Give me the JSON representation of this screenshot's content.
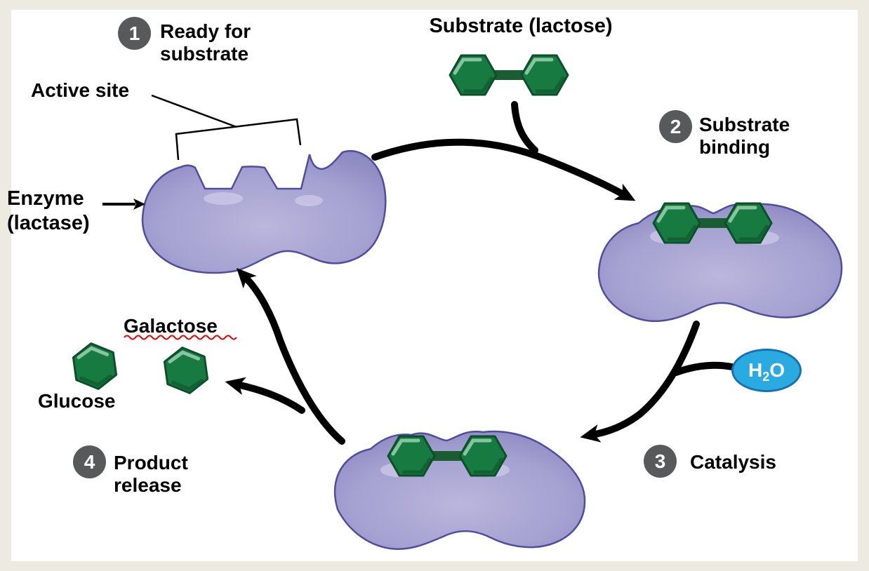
{
  "palette": {
    "background": "#edeae2",
    "canvas": "#ffffff",
    "enzyme_fill_light": "#b7b3da",
    "enzyme_fill": "#a29ed0",
    "enzyme_fill_dark": "#8581bd",
    "enzyme_border": "#514d9e",
    "sugar_fill": "#177b41",
    "sugar_border": "#0b4f2b",
    "sugar_connector": "#1b5c33",
    "sugar_highlight": "#9bd2b3",
    "step_circle": "#58595b",
    "step_number_color": "#ffffff",
    "water_fill": "#29abe2",
    "water_border": "#1a70b0",
    "water_text_color": "#ffffff",
    "arrow_color": "#000000",
    "squiggle_color": "#e60000",
    "text_color": "#000000"
  },
  "steps": [
    {
      "number": "1",
      "label": "Ready for\nsubstrate"
    },
    {
      "number": "2",
      "label": "Substrate\nbinding"
    },
    {
      "number": "3",
      "label": "Catalysis"
    },
    {
      "number": "4",
      "label": "Product\nrelease"
    }
  ],
  "labels": {
    "substrate": "Substrate (lactose)",
    "active_site": "Active site",
    "enzyme": "Enzyme\n(lactase)",
    "galactose": "Galactose",
    "glucose": "Glucose"
  },
  "water": {
    "formula_main": "H",
    "formula_sub": "2",
    "formula_end": "O"
  },
  "shapes": [
    {
      "name": "enzyme-blob",
      "count": 3,
      "color": "#a29ed0",
      "meaning": "lactase enzyme"
    },
    {
      "name": "lactose-disaccharide-icon",
      "count": 3,
      "color": "#177b41",
      "meaning": "two linked hexagons"
    },
    {
      "name": "monosaccharide-hexagon-icon",
      "count": 2,
      "color": "#177b41",
      "meaning": "glucose / galactose"
    },
    {
      "name": "cycle-arrow",
      "count": 4,
      "color": "#000000"
    },
    {
      "name": "active-site-bracket",
      "count": 1,
      "color": "#000000"
    },
    {
      "name": "spellcheck-squiggle",
      "count": 1,
      "color": "#e60000"
    }
  ]
}
